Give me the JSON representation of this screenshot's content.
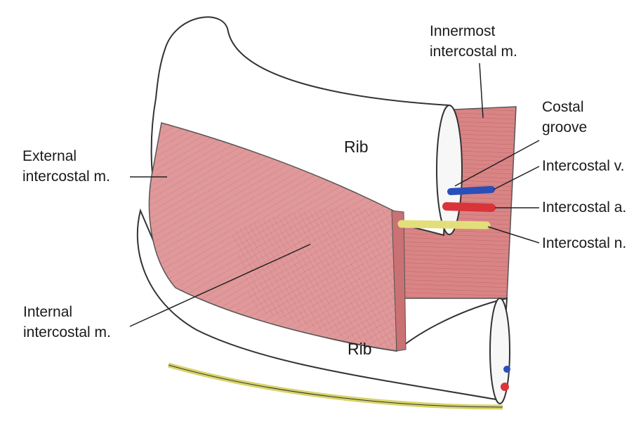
{
  "labels": {
    "innermost": [
      "Innermost",
      "intercostal m."
    ],
    "costal_groove": [
      "Costal",
      "groove"
    ],
    "external": [
      "External",
      "intercostal m."
    ],
    "internal": [
      "Internal",
      "intercostal m."
    ],
    "vein": "Intercostal v.",
    "artery": "Intercostal a.",
    "nerve": "Intercostal n.",
    "rib_upper": "Rib",
    "rib_lower": "Rib"
  },
  "colors": {
    "muscle": "#e0999a",
    "muscle_dark": "#c97173",
    "vein": "#2a4fb8",
    "artery": "#d8343a",
    "nerve": "#e2df7a",
    "bone": "#ffffff"
  }
}
